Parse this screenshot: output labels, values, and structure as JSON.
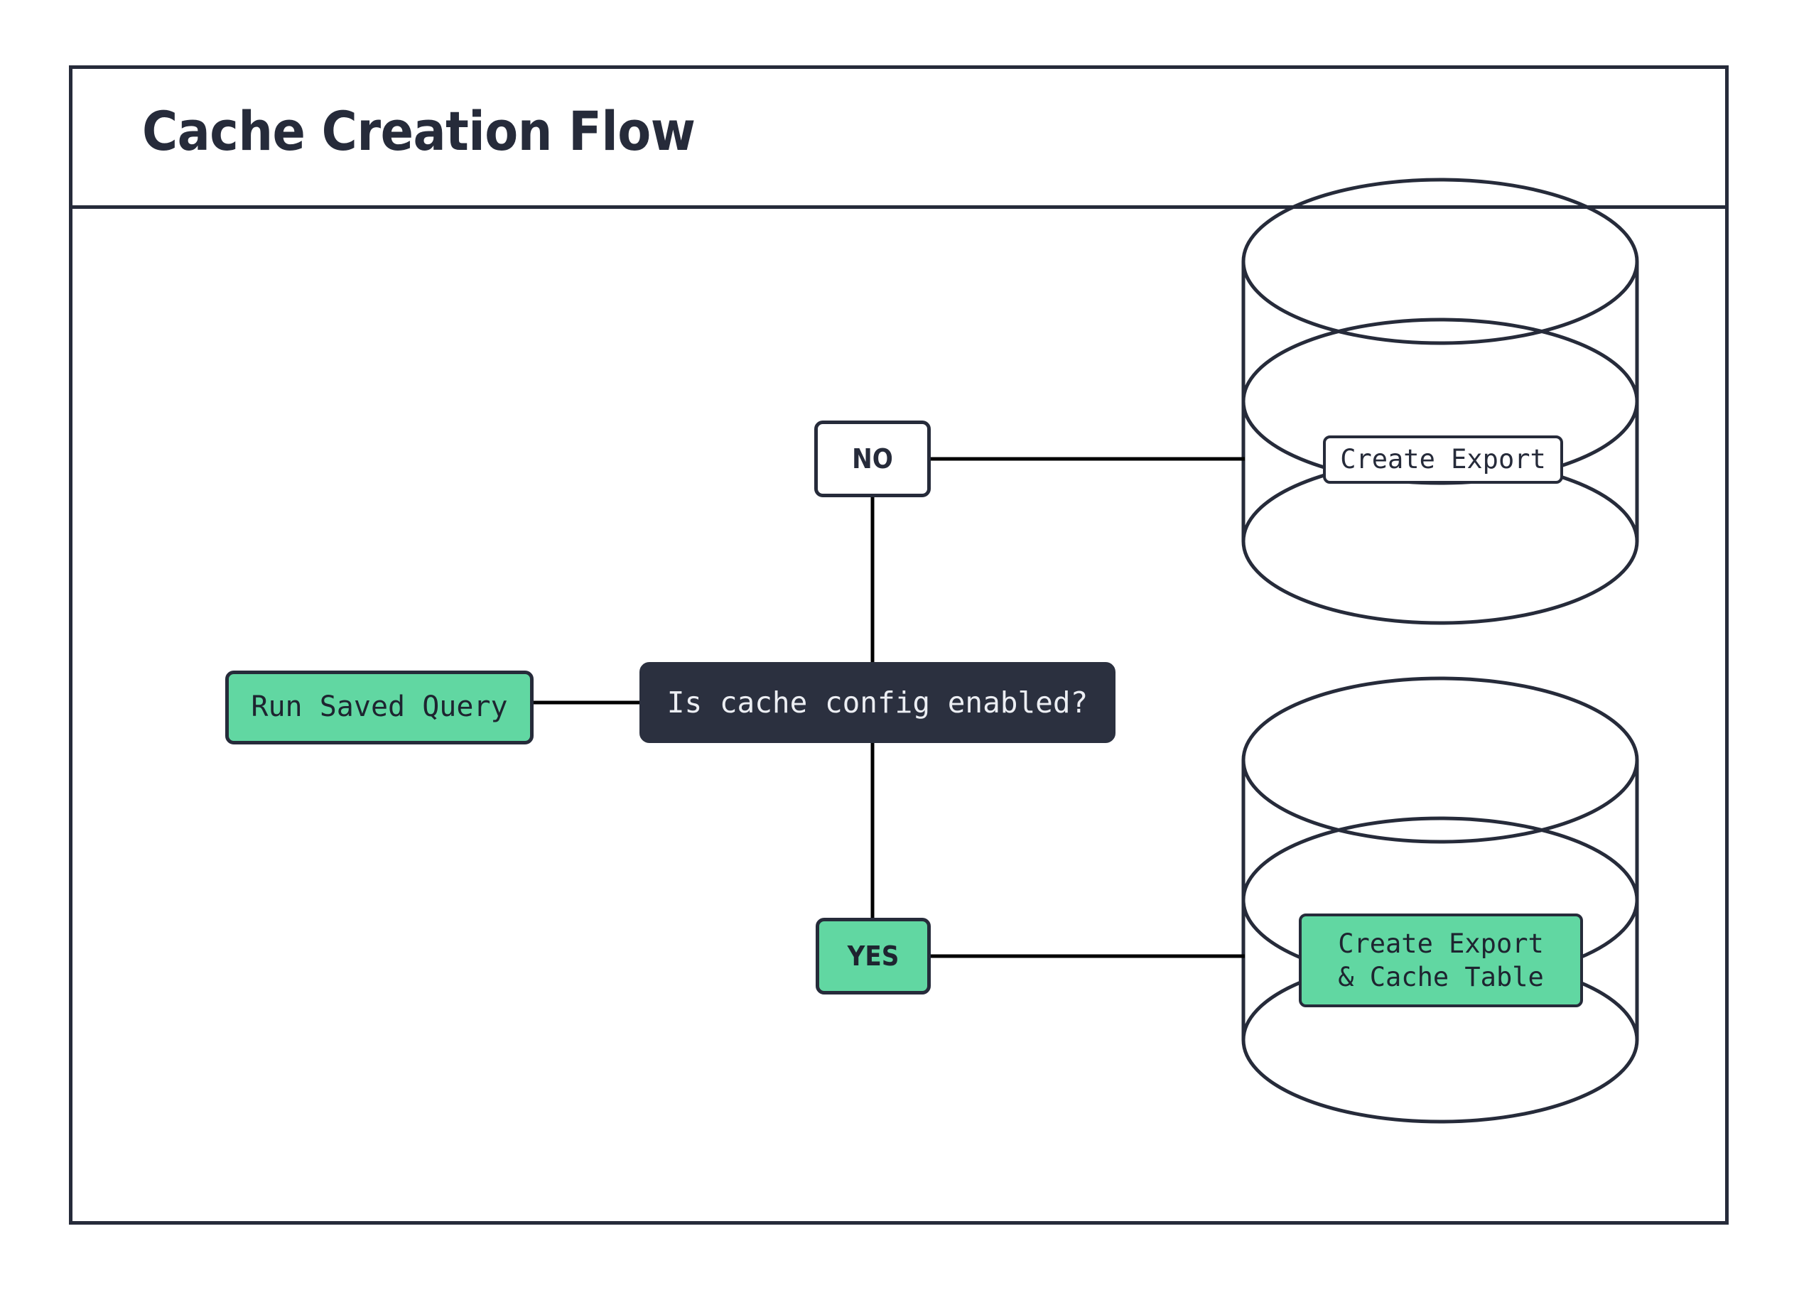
{
  "frame": {
    "title": "Cache Creation Flow"
  },
  "colors": {
    "accent_green": "#61d7a2",
    "dark": "#262b3a",
    "decision_fill": "#2b303f",
    "decision_text": "#eceef3",
    "page_background": "#ffffff"
  },
  "nodes": {
    "run_saved_query": {
      "label": "Run Saved Query",
      "shape": "rounded-rect",
      "fill": "green"
    },
    "decision": {
      "label": "Is cache config enabled?",
      "shape": "rounded-rect",
      "fill": "dark"
    },
    "branch_no": {
      "label": "NO",
      "shape": "rounded-rect",
      "fill": "white"
    },
    "branch_yes": {
      "label": "YES",
      "shape": "rounded-rect",
      "fill": "green"
    },
    "create_export": {
      "label": "Create Export",
      "shape": "rounded-rect",
      "fill": "white",
      "container": "database-cylinder"
    },
    "create_export_cache_table": {
      "label": "Create Export\n& Cache Table",
      "line1": "Create Export",
      "line2": "& Cache Table",
      "shape": "rounded-rect",
      "fill": "green",
      "container": "database-cylinder"
    }
  },
  "edges": [
    {
      "from": "run_saved_query",
      "to": "decision",
      "label": ""
    },
    {
      "from": "decision",
      "to": "branch_no",
      "label": ""
    },
    {
      "from": "decision",
      "to": "branch_yes",
      "label": ""
    },
    {
      "from": "branch_no",
      "to": "create_export",
      "label": ""
    },
    {
      "from": "branch_yes",
      "to": "create_export_cache_table",
      "label": ""
    }
  ],
  "containers": {
    "top_database": {
      "name": "database-cylinder-top"
    },
    "bottom_database": {
      "name": "database-cylinder-bottom"
    }
  }
}
